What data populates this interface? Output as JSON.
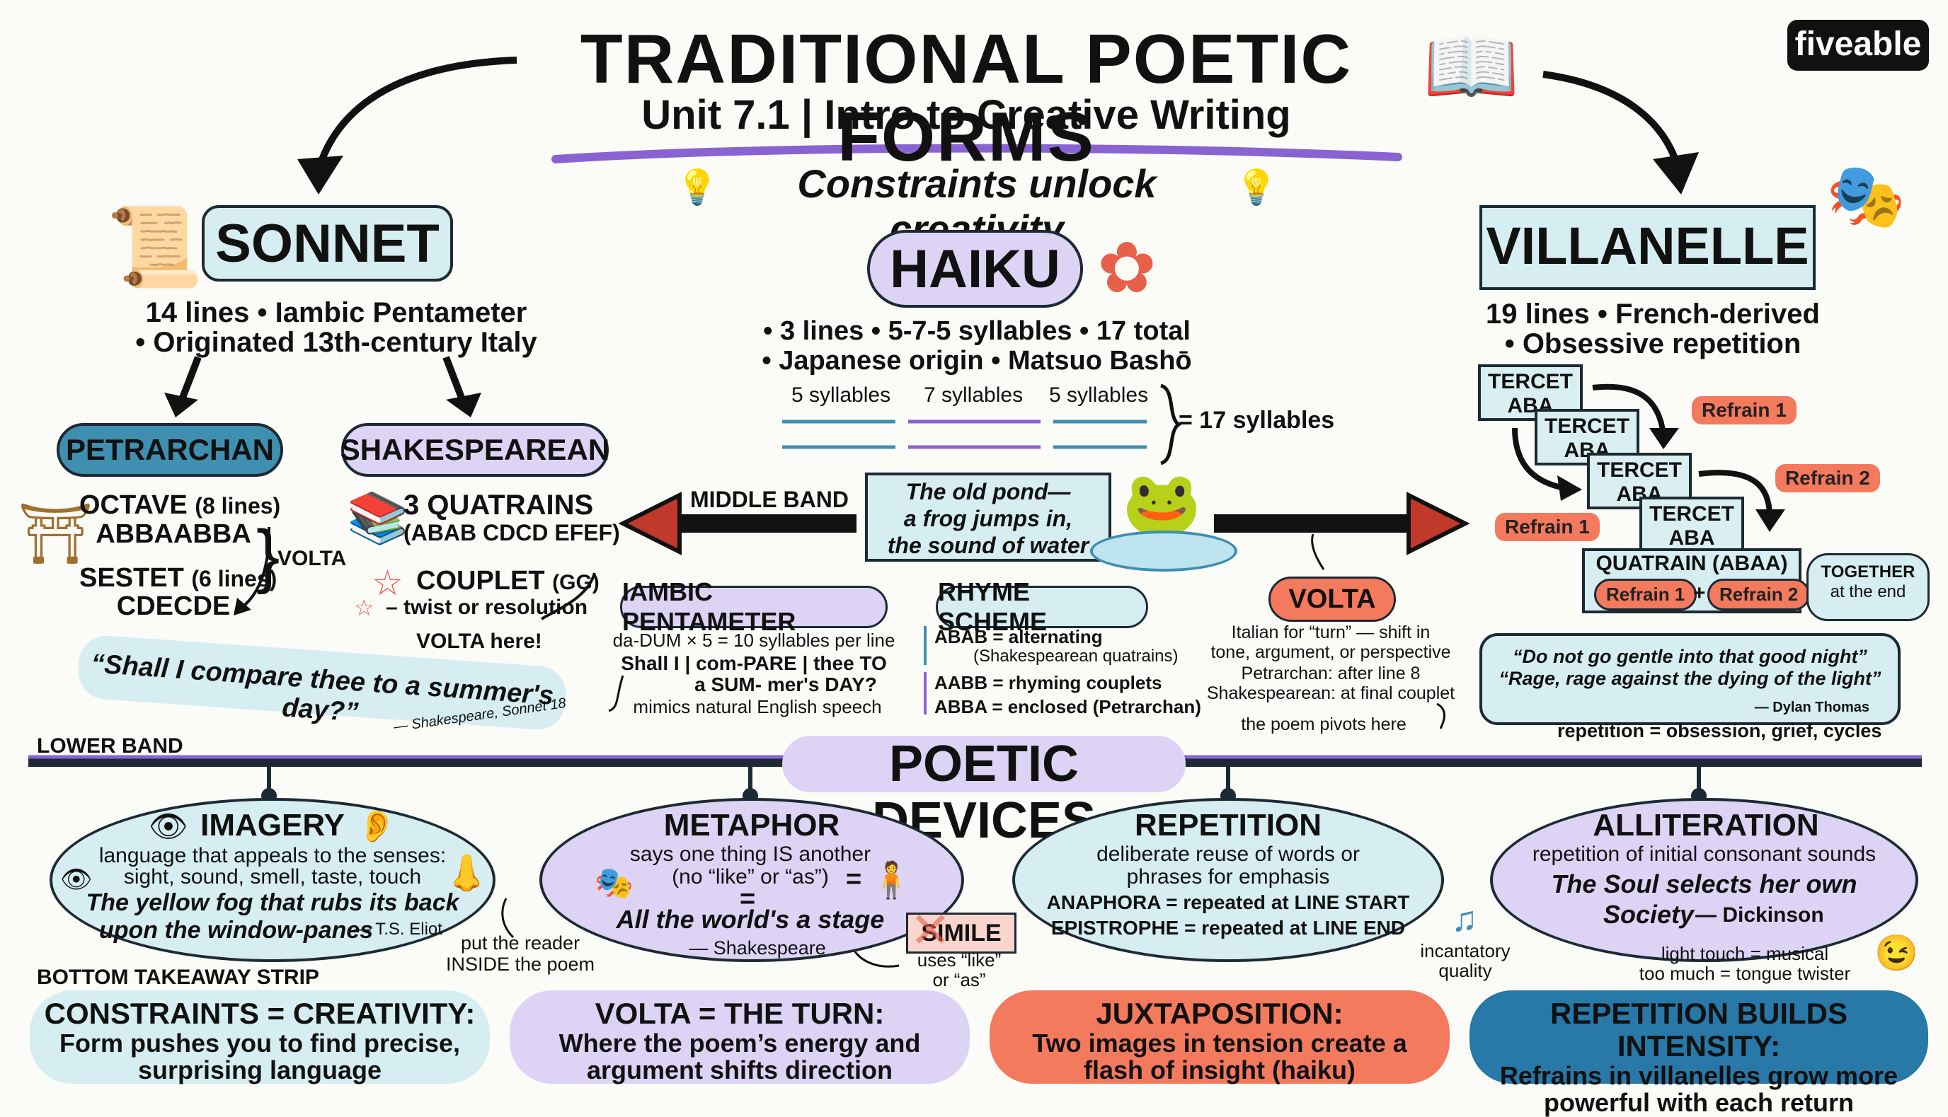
{
  "header": {
    "title": "TRADITIONAL POETIC FORMS",
    "subtitle": "Unit 7.1 | Intro to Creative Writing",
    "tagline": "Constraints unlock creativity",
    "brand": "fiveable"
  },
  "sonnet": {
    "title": "SONNET",
    "facts": [
      "14 lines • Iambic Pentameter",
      "• Originated 13th-century Italy"
    ],
    "petrarchan": {
      "label": "PETRARCHAN",
      "octave": "OCTAVE",
      "octave_lines": "(8 lines)",
      "octave_scheme": "ABBAABBA",
      "sestet": "SESTET",
      "sestet_lines": "(6 lines)",
      "sestet_scheme": "CDECDE",
      "volta": "VOLTA"
    },
    "shakespearean": {
      "label": "SHAKESPEAREAN",
      "quatrains": "3 QUATRAINS",
      "quatrains_scheme": "(ABAB CDCD EFEF)",
      "couplet": "COUPLET",
      "couplet_scheme": "(GG)",
      "couplet_note": "– twist or resolution",
      "volta_here": "VOLTA here!"
    },
    "quote": "“Shall I compare thee to a summer's day?”",
    "quote_source": "— Shakespeare, Sonnet 18"
  },
  "haiku": {
    "title": "HAIKU",
    "facts": [
      "• 3 lines • 5-7-5 syllables • 17 total",
      "• Japanese origin • Matsuo Bashō"
    ],
    "syllables": [
      "5 syllables",
      "7 syllables",
      "5 syllables"
    ],
    "total": "= 17 syllables",
    "poem": [
      "The old pond—",
      "a frog jumps in,",
      "the sound of water"
    ],
    "middle_band": "MIDDLE BAND"
  },
  "iambic": {
    "label": "IAMBIC PENTAMETER",
    "lines": [
      "da-DUM × 5 = 10 syllables per line",
      "Shall I | com-PARE | thee  TO",
      "a SUM-   mer's DAY?",
      "mimics natural English speech"
    ]
  },
  "rhyme": {
    "label": "RHYME SCHEME",
    "lines": [
      "ABAB = alternating",
      "(Shakespearean quatrains)",
      "AABB = rhyming couplets",
      "ABBA = enclosed (Petrarchan)"
    ]
  },
  "volta": {
    "label": "VOLTA",
    "lines": [
      "Italian for “turn” — shift in",
      "tone, argument, or perspective",
      "Petrarchan: after line 8",
      "Shakespearean: at final couplet"
    ],
    "pivot": "the poem pivots here"
  },
  "villanelle": {
    "title": "VILLANELLE",
    "facts": [
      "19 lines • French-derived",
      "• Obsessive repetition"
    ],
    "tercet_label": "TERCET",
    "tercet_scheme": "ABA",
    "refrain1": "Refrain 1",
    "refrain2": "Refrain 2",
    "quatrain": "QUATRAIN (ABAA)",
    "plus": "+",
    "together": [
      "TOGETHER",
      "at the end"
    ],
    "quote": [
      "“Do not go gentle into that good night”",
      "“Rage, rage against the dying of the light”"
    ],
    "quote_source": "— Dylan Thomas",
    "note": "repetition = obsession, grief, cycles"
  },
  "lower": {
    "band_label": "LOWER BAND",
    "title": "POETIC DEVICES"
  },
  "devices": {
    "imagery": {
      "title": "IMAGERY",
      "lines": [
        "language that appeals to the senses:",
        "sight, sound, smell, taste, touch"
      ],
      "example": [
        "The yellow fog that rubs its back",
        "upon the window-panes"
      ],
      "source": "— T.S. Eliot",
      "note": [
        "put the reader",
        "INSIDE the poem"
      ]
    },
    "metaphor": {
      "title": "METAPHOR",
      "lines": [
        "says one thing IS another",
        "(no “like” or “as”)"
      ],
      "equals": "=",
      "example": "All the world's a stage",
      "source": "— Shakespeare",
      "simile": "SIMILE",
      "simile_note": [
        "uses “like”",
        "or “as”"
      ]
    },
    "repetition": {
      "title": "REPETITION",
      "lines": [
        "deliberate reuse of words or",
        "phrases for emphasis"
      ],
      "anaphora": "ANAPHORA = repeated at LINE START",
      "epistrophe": "EPISTROPHE = repeated at LINE END",
      "note": [
        "incantatory",
        "quality"
      ]
    },
    "alliteration": {
      "title": "ALLITERATION",
      "lines": [
        "repetition of initial consonant sounds"
      ],
      "example": [
        "The Soul selects her own",
        "Society"
      ],
      "source": "— Dickinson",
      "note": [
        "light touch = musical",
        "too much = tongue twister"
      ]
    }
  },
  "takeaways": {
    "label": "BOTTOM TAKEAWAY STRIP",
    "items": [
      {
        "title": "CONSTRAINTS = CREATIVITY:",
        "text": [
          "Form pushes you to find precise,",
          "surprising language"
        ]
      },
      {
        "title": "VOLTA = THE TURN:",
        "text": [
          "Where the poem’s energy and",
          "argument shifts direction"
        ]
      },
      {
        "title": "JUXTAPOSITION:",
        "text": [
          "Two images in tension create a",
          "flash of insight (haiku)"
        ]
      },
      {
        "title": "REPETITION BUILDS INTENSITY:",
        "text": [
          "Refrains in villanelles grow more",
          "powerful with each return"
        ]
      }
    ]
  },
  "colors": {
    "teal": "#d6eef1",
    "blue": "#3f8fb0",
    "lavender": "#ddd3f5",
    "purple": "#8a63d2",
    "coral": "#f47a5e",
    "dark_blue": "#2878a8",
    "ink": "#1d2a33"
  }
}
